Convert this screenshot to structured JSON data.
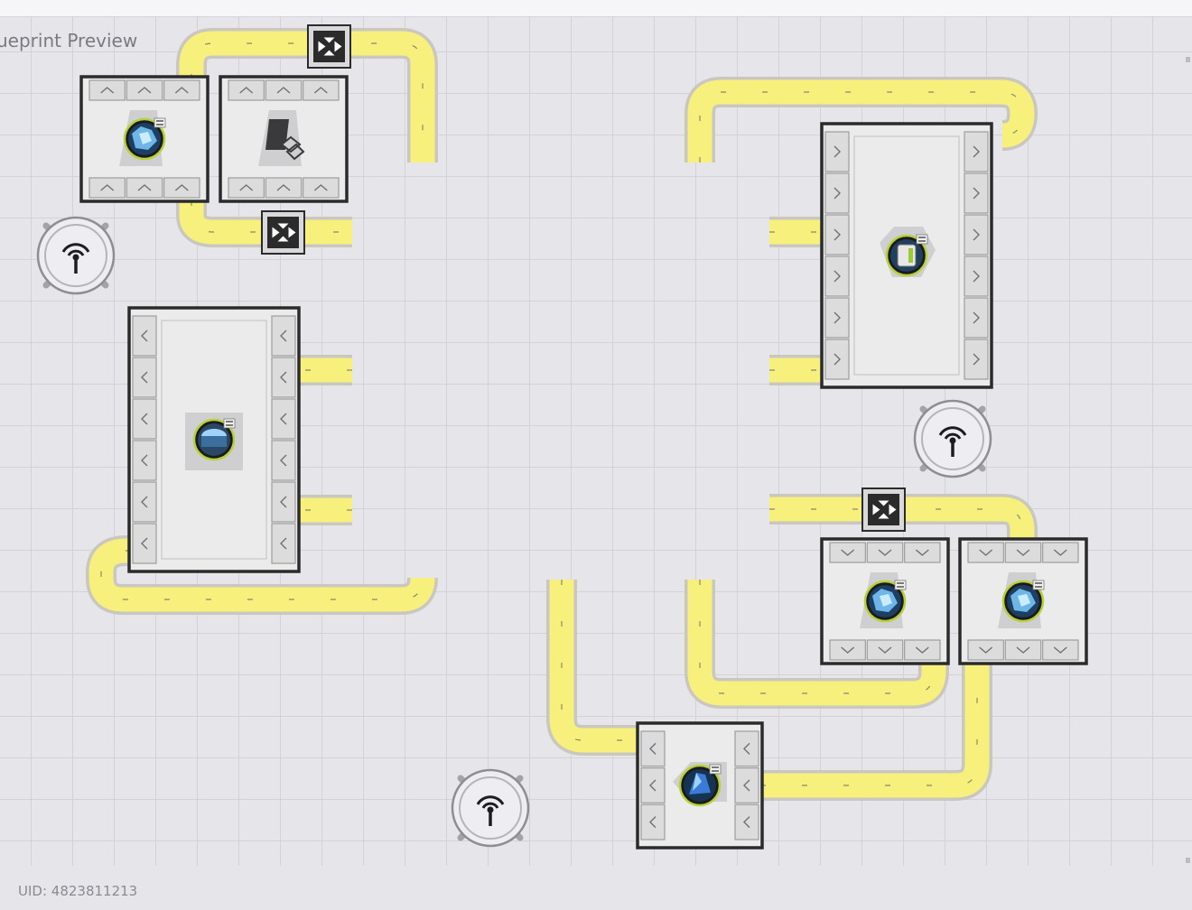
{
  "screen": {
    "title": "ueprint Preview",
    "uid_label": "UID: 4823811213"
  },
  "colors": {
    "belt_fill": "#f7f07c",
    "belt_edge": "#c9c7bf",
    "machine_outline": "#2b2b2b",
    "grid_line": "#d3d2d8",
    "background": "#e6e5ea"
  },
  "machines": [
    {
      "name": "refining-unit-1",
      "icon": "blue-crystal-icon",
      "style": "slim"
    },
    {
      "name": "refining-unit-2",
      "icon": "empty-slot-icon",
      "style": "slim"
    },
    {
      "name": "filling-unit",
      "icon": "blue-capsule-icon",
      "style": "tall"
    },
    {
      "name": "packaging-unit",
      "icon": "battery-pack-icon",
      "style": "tall"
    },
    {
      "name": "refining-unit-3",
      "icon": "blue-crystal-icon",
      "style": "slim"
    },
    {
      "name": "refining-unit-4",
      "icon": "blue-crystal-icon",
      "style": "slim"
    },
    {
      "name": "shaping-unit",
      "icon": "crystal-component-icon",
      "style": "square"
    }
  ],
  "relay_towers": [
    {
      "name": "relay-tower-1",
      "icon": "signal-tower-icon"
    },
    {
      "name": "relay-tower-2",
      "icon": "signal-tower-icon"
    },
    {
      "name": "relay-tower-3",
      "icon": "signal-tower-icon"
    }
  ],
  "splitters": [
    {
      "name": "splitter-1",
      "icon": "splitter-icon"
    },
    {
      "name": "converger-1",
      "icon": "converger-icon"
    },
    {
      "name": "splitter-2",
      "icon": "splitter-icon"
    }
  ]
}
